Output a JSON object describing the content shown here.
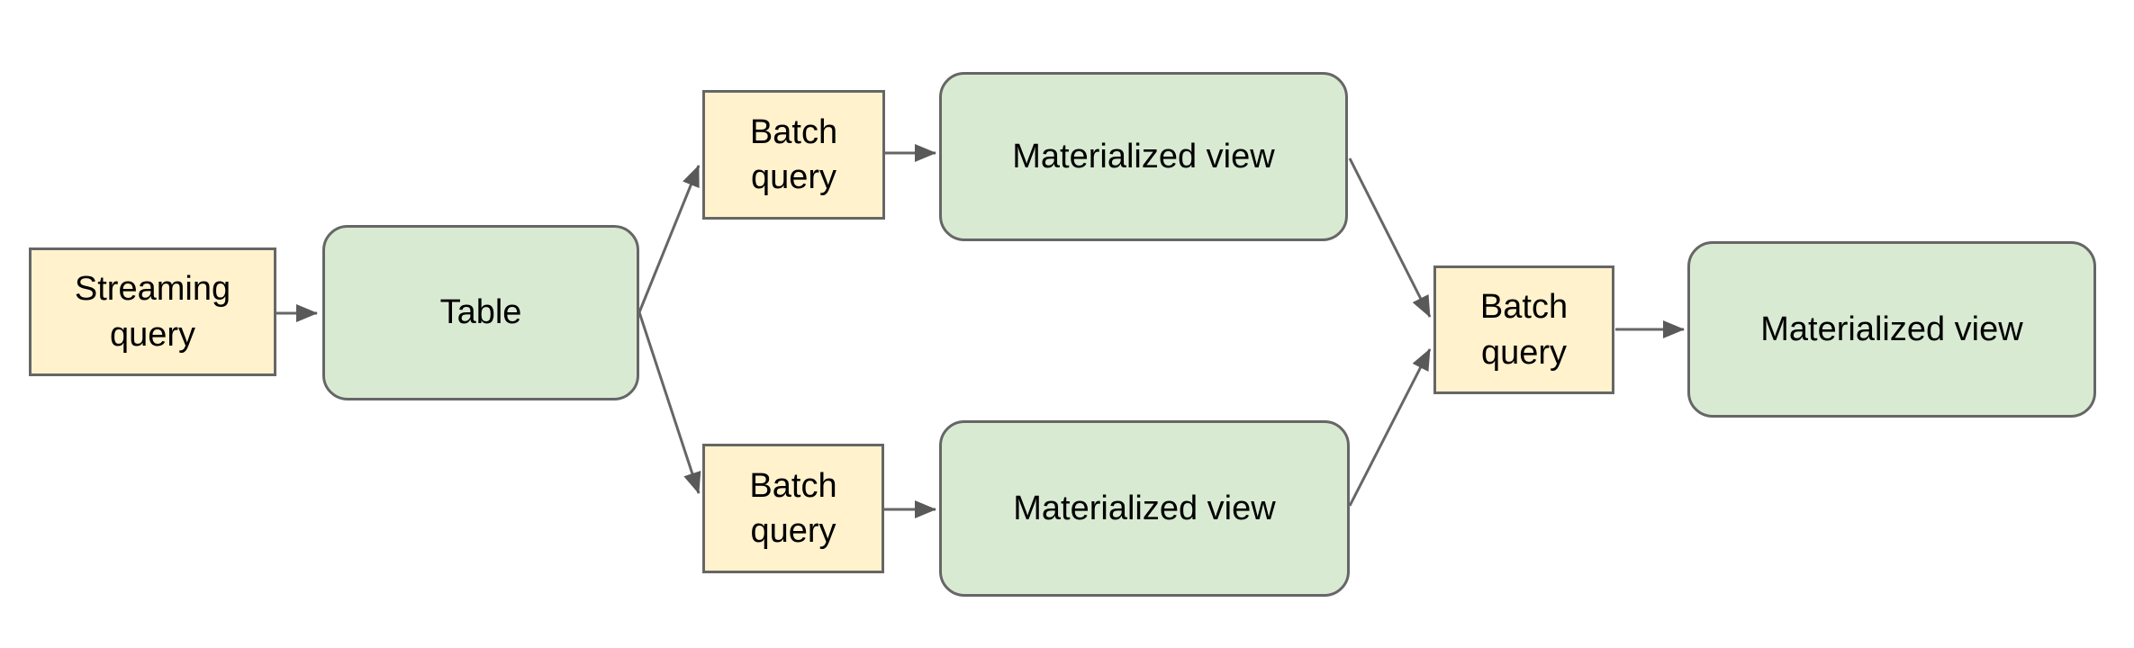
{
  "diagram": {
    "type": "flowchart",
    "background": "#ffffff",
    "colors": {
      "query_node_fill": "#fff2cc",
      "query_node_border": "#666666",
      "store_node_fill": "#d9ead3",
      "store_node_border": "#666666",
      "arrow": "#666666",
      "text": "#000000"
    },
    "nodes": {
      "streaming_query": {
        "label": "Streaming query",
        "shape": "rectangle",
        "kind": "query"
      },
      "table": {
        "label": "Table",
        "shape": "rounded-rectangle",
        "kind": "store"
      },
      "batch_query_top": {
        "label": "Batch query",
        "shape": "rectangle",
        "kind": "query"
      },
      "materialized_view_top": {
        "label": "Materialized view",
        "shape": "rounded-rectangle",
        "kind": "store"
      },
      "batch_query_bottom": {
        "label": "Batch query",
        "shape": "rectangle",
        "kind": "query"
      },
      "materialized_view_bottom": {
        "label": "Materialized view",
        "shape": "rounded-rectangle",
        "kind": "store"
      },
      "batch_query_final": {
        "label": "Batch query",
        "shape": "rectangle",
        "kind": "query"
      },
      "materialized_view_final": {
        "label": "Materialized view",
        "shape": "rounded-rectangle",
        "kind": "store"
      }
    },
    "edges": [
      {
        "from": "streaming_query",
        "to": "table"
      },
      {
        "from": "table",
        "to": "batch_query_top"
      },
      {
        "from": "table",
        "to": "batch_query_bottom"
      },
      {
        "from": "batch_query_top",
        "to": "materialized_view_top"
      },
      {
        "from": "batch_query_bottom",
        "to": "materialized_view_bottom"
      },
      {
        "from": "materialized_view_top",
        "to": "batch_query_final"
      },
      {
        "from": "materialized_view_bottom",
        "to": "batch_query_final"
      },
      {
        "from": "batch_query_final",
        "to": "materialized_view_final"
      }
    ]
  }
}
